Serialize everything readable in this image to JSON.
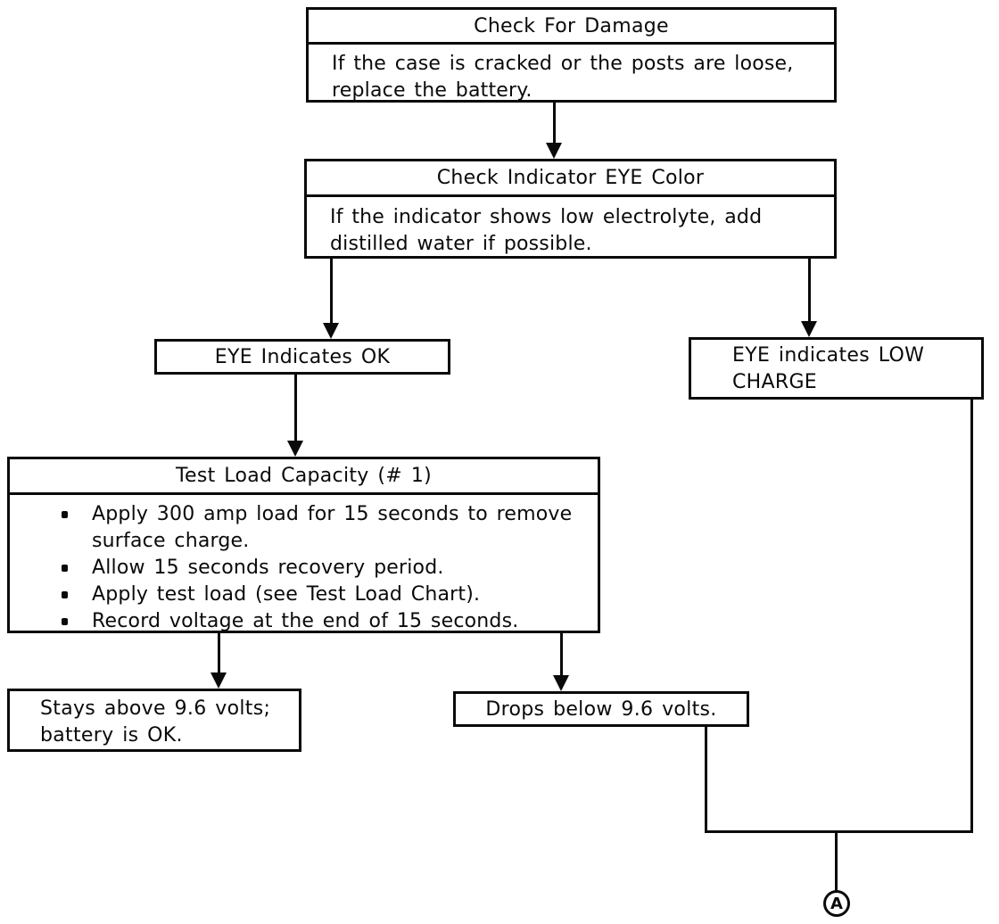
{
  "diagram": {
    "type": "flowchart",
    "subject": "Battery inspection / load test procedure",
    "connector": {
      "label": "A"
    },
    "nodes": {
      "check_damage": {
        "title": "Check For Damage",
        "body": "If the case is cracked or the posts are loose,\nreplace the battery."
      },
      "check_eye": {
        "title": "Check Indicator EYE Color",
        "body": "If the indicator shows low electrolyte, add\ndistilled water if possible."
      },
      "eye_ok": {
        "label": "EYE Indicates OK"
      },
      "eye_low": {
        "label": "EYE indicates LOW\nCHARGE"
      },
      "test_load": {
        "title": "Test Load Capacity (# 1)",
        "bullets": [
          "Apply 300 amp load for 15 seconds to remove\nsurface charge.",
          "Allow 15 seconds recovery period.",
          "Apply test load (see Test Load Chart).",
          "Record voltage at the end of 15 seconds."
        ]
      },
      "stays_above": {
        "label": "Stays above 9.6 volts;\nbattery is OK."
      },
      "drops_below": {
        "label": "Drops below 9.6 volts."
      }
    },
    "edges": [
      {
        "from": "check_damage",
        "to": "check_eye"
      },
      {
        "from": "check_eye",
        "to": "eye_ok"
      },
      {
        "from": "check_eye",
        "to": "eye_low"
      },
      {
        "from": "eye_ok",
        "to": "test_load"
      },
      {
        "from": "test_load",
        "to": "stays_above"
      },
      {
        "from": "test_load",
        "to": "drops_below"
      },
      {
        "from": "drops_below",
        "to": "connector_A"
      },
      {
        "from": "eye_low",
        "to": "connector_A"
      }
    ]
  }
}
